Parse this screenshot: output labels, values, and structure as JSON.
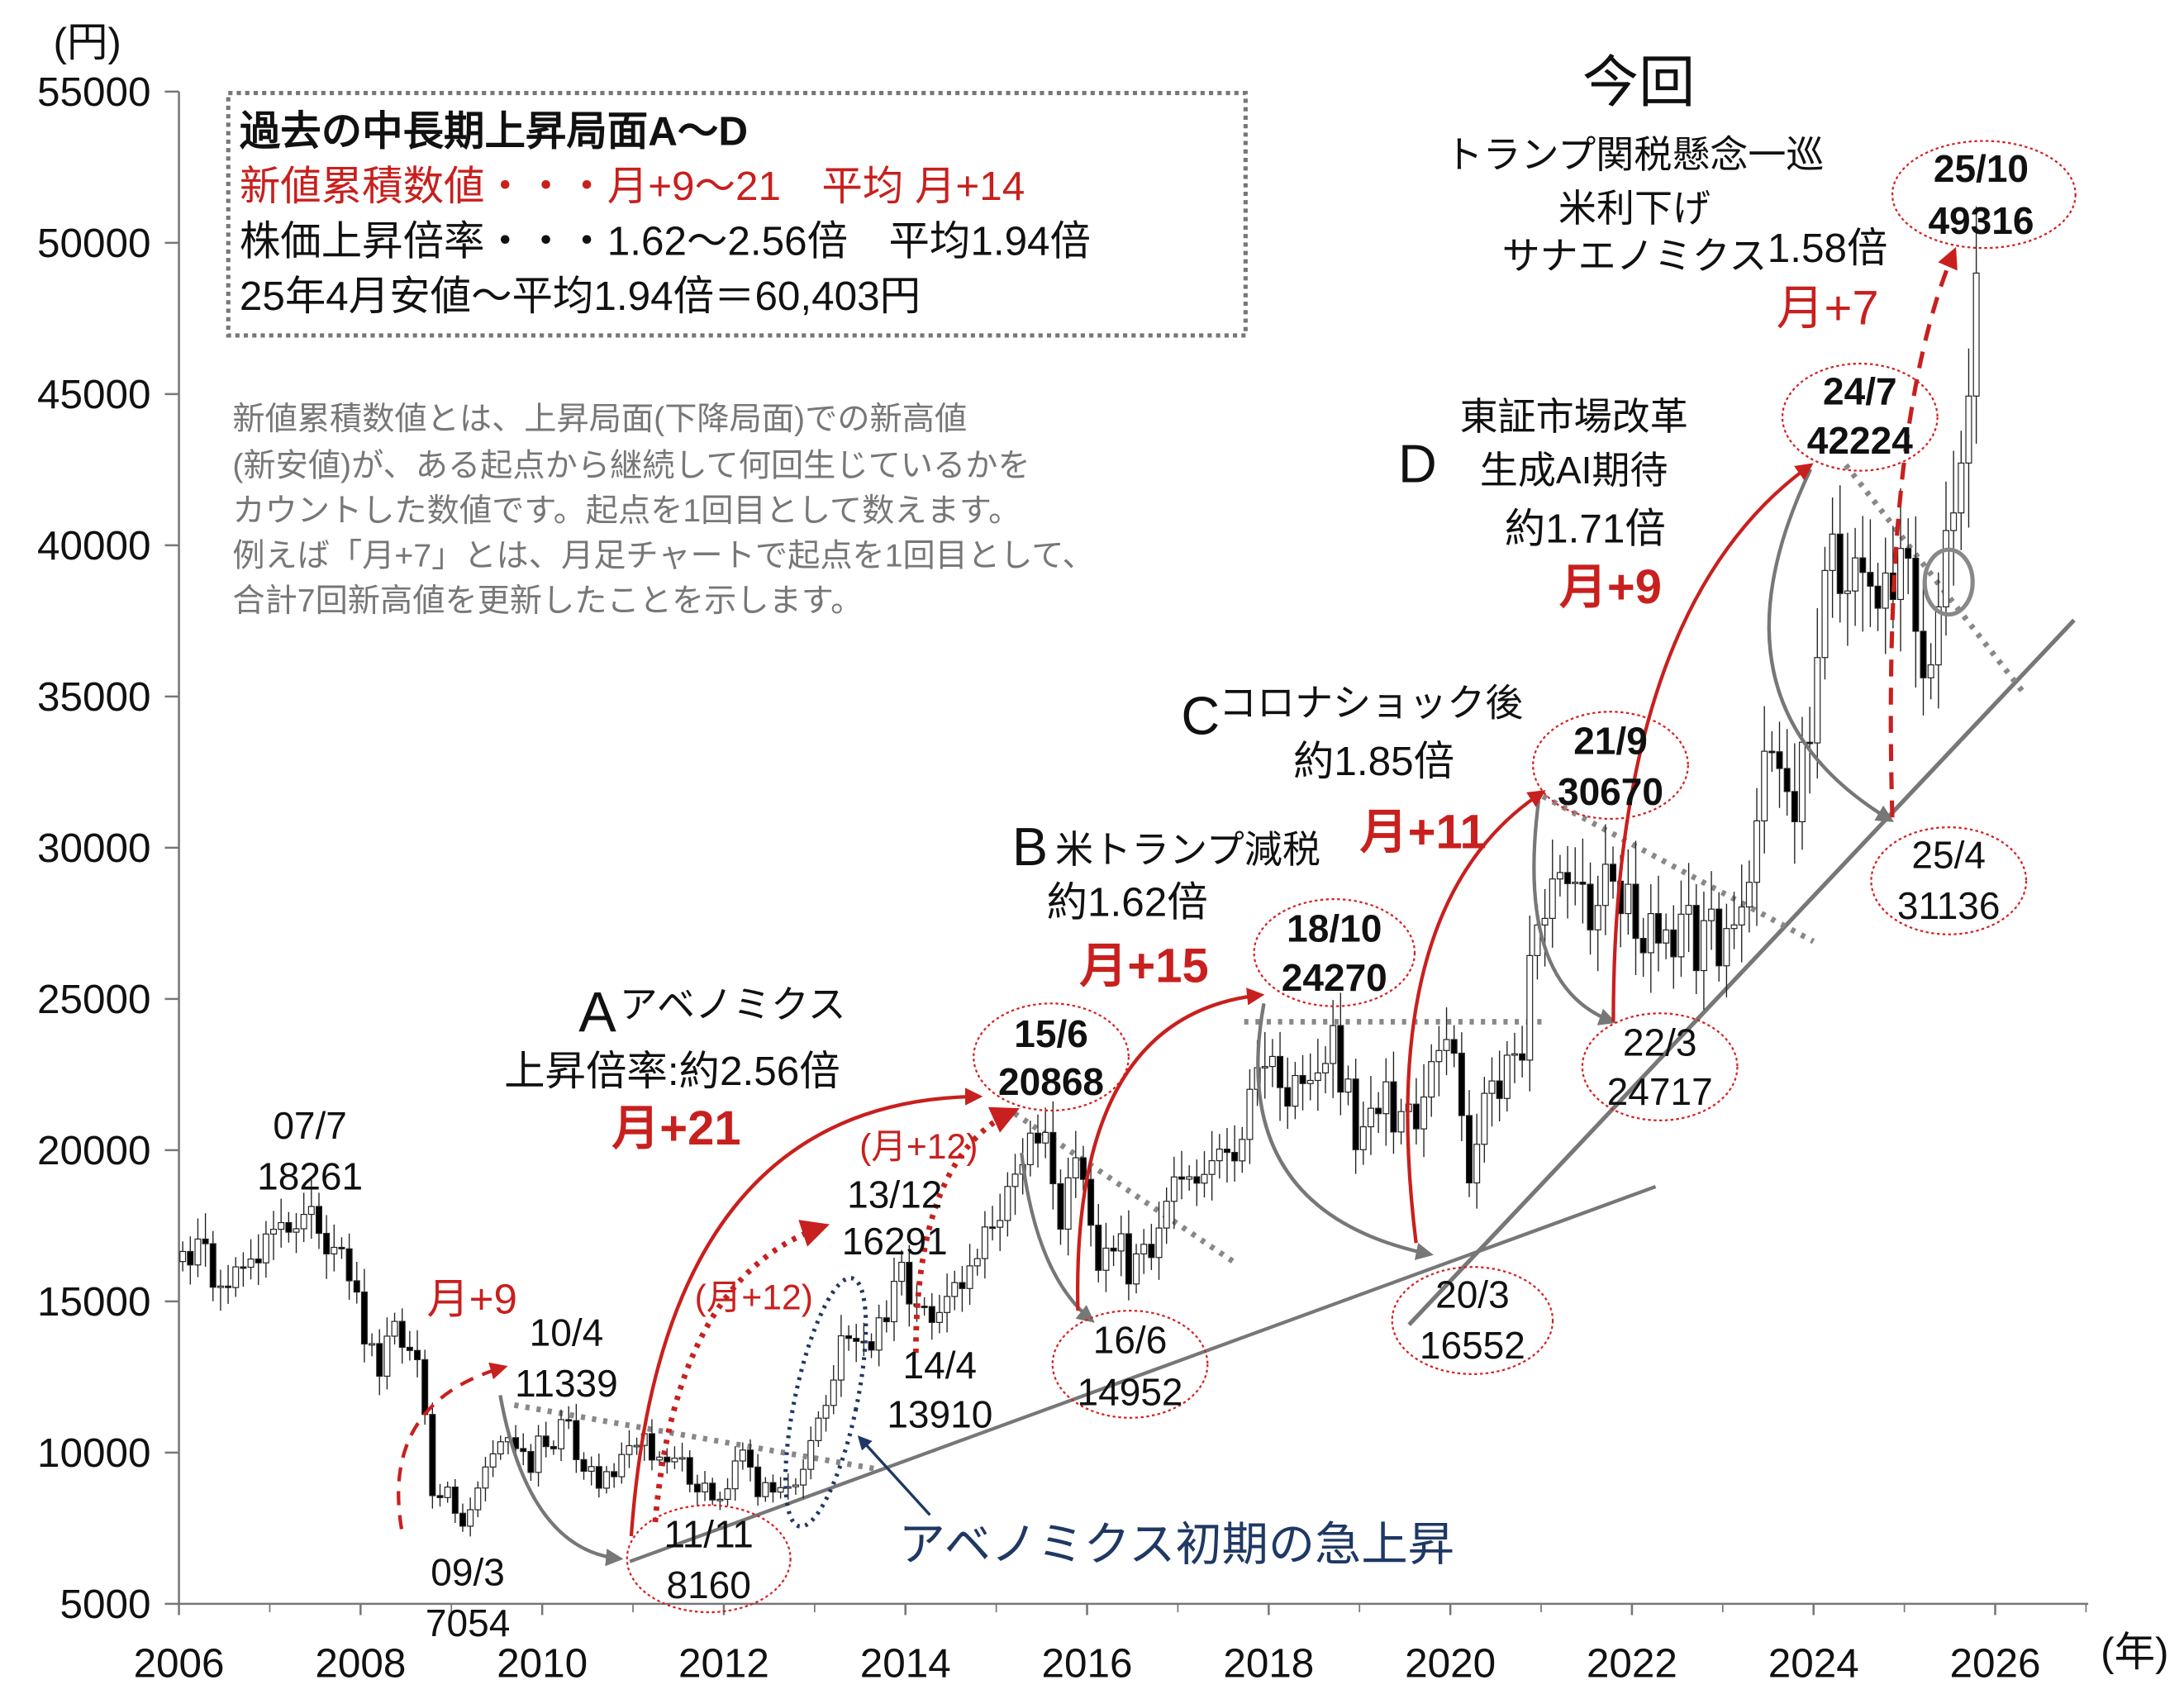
{
  "chart_data": {
    "type": "candlestick",
    "title": "",
    "ylabel": "(円)",
    "xlabel": "(年)",
    "ylim": [
      5000,
      55000
    ],
    "xlim": [
      2006,
      2027
    ],
    "yticks": [
      "5000",
      "10000",
      "15000",
      "20000",
      "25000",
      "30000",
      "35000",
      "40000",
      "45000",
      "50000",
      "55000"
    ],
    "xticks": [
      "2006",
      "2008",
      "2010",
      "2012",
      "2014",
      "2016",
      "2018",
      "2020",
      "2022",
      "2024",
      "2026"
    ],
    "series_start": "2006-01",
    "frequency": "monthly",
    "monthly_close": [
      16650,
      16205,
      17060,
      16906,
      15467,
      15505,
      15457,
      16140,
      16128,
      16399,
      16274,
      17226,
      17383,
      17604,
      17288,
      17400,
      17876,
      18138,
      17248,
      16569,
      16785,
      16737,
      15680,
      15308,
      13592,
      13603,
      12526,
      13850,
      14338,
      13481,
      13377,
      13073,
      11260,
      8577,
      8512,
      8860,
      7994,
      7568,
      8110,
      8828,
      9523,
      9958,
      10357,
      10493,
      10133,
      10035,
      9345,
      10546,
      10198,
      10126,
      11090,
      11057,
      9768,
      9383,
      9537,
      8824,
      9369,
      9202,
      9937,
      10229,
      10238,
      10624,
      9755,
      9850,
      9694,
      9816,
      9833,
      8955,
      8700,
      8988,
      8434,
      8455,
      8803,
      9723,
      10084,
      9521,
      8543,
      9007,
      8695,
      8840,
      8870,
      8928,
      9446,
      10395,
      11139,
      11559,
      12398,
      13861,
      13775,
      13677,
      13668,
      13389,
      14456,
      14327,
      15662,
      16291,
      14915,
      14841,
      14828,
      14304,
      14632,
      15162,
      15621,
      15425,
      16174,
      16414,
      17460,
      17451,
      17674,
      18798,
      19207,
      19520,
      20563,
      20236,
      20585,
      18890,
      17388,
      19083,
      19747,
      19034,
      17518,
      16027,
      16759,
      16666,
      17235,
      15576,
      16569,
      16887,
      16450,
      17425,
      18308,
      19114,
      19041,
      19119,
      18909,
      19197,
      19651,
      20033,
      19925,
      19646,
      20356,
      22012,
      22725,
      22765,
      23098,
      22068,
      21454,
      22468,
      22202,
      22305,
      22554,
      22865,
      24120,
      21920,
      22351,
      20015,
      20773,
      21385,
      21206,
      22259,
      20601,
      21276,
      21521,
      20704,
      21756,
      22927,
      23294,
      23657,
      23205,
      21143,
      18917,
      20194,
      21878,
      22288,
      21710,
      23140,
      23185,
      22977,
      26434,
      27444,
      27663,
      28966,
      29179,
      28813,
      28860,
      28792,
      27284,
      28090,
      29453,
      28893,
      27822,
      28792,
      27002,
      26527,
      27821,
      26848,
      27280,
      26393,
      27802,
      28092,
      25937,
      27587,
      27969,
      26095,
      27327,
      27446,
      28041,
      28856,
      30888,
      33189,
      33172,
      32619,
      31858,
      30859,
      33487,
      33464,
      36287,
      39166,
      40369,
      38406,
      38488,
      39583,
      39102,
      38648,
      37920,
      39081,
      38208,
      39895,
      39572,
      37156,
      35618,
      36045,
      37965,
      40487,
      41070,
      42718,
      44933,
      49000
    ],
    "colors": {
      "up": "#ffffff",
      "down": "#000000",
      "accent": "#c8201e",
      "navy": "#1f3864",
      "trend": "#777777"
    }
  },
  "summary_box": {
    "line1": "過去の中長期上昇局面A〜D",
    "line2": "新値累積数値・・・月+9〜21　平均 月+14",
    "line3": "株価上昇倍率・・・1.62〜2.56倍　平均1.94倍",
    "line4": "25年4月安値〜平均1.94倍＝60,403円"
  },
  "note": [
    "新値累積数値とは、上昇局面(下降局面)での新高値",
    "(新安値)が、ある起点から継続して何回生じているかを",
    "カウントした数値です。起点を1回目として数えます。",
    "例えば「月+7」とは、月足チャートで起点を1回目として、",
    "合計7回新高値を更新したことを示します。"
  ],
  "points": {
    "p0707": [
      "07/7",
      "18261"
    ],
    "p0903": [
      "09/3",
      "7054"
    ],
    "p1004": [
      "10/4",
      "11339"
    ],
    "p1111": [
      "11/11",
      "8160"
    ],
    "p1312": [
      "13/12",
      "16291"
    ],
    "p1404": [
      "14/4",
      "13910"
    ],
    "p1506": [
      "15/6",
      "20868"
    ],
    "p1606": [
      "16/6",
      "14952"
    ],
    "p1810": [
      "18/10",
      "24270"
    ],
    "p2003": [
      "20/3",
      "16552"
    ],
    "p2109": [
      "21/9",
      "30670"
    ],
    "p2203": [
      "22/3",
      "24717"
    ],
    "p2407": [
      "24/7",
      "42224"
    ],
    "p2504": [
      "25/4",
      "31136"
    ],
    "p2510": [
      "25/10",
      "49316"
    ]
  },
  "phases": {
    "pre": {
      "count": "月+9"
    },
    "A": {
      "letter": "A",
      "theme": "アベノミクス",
      "ratio": "上昇倍率:約2.56倍",
      "count": "月+21",
      "sub1": "(月+12)",
      "sub2": "(月+12)",
      "early": "アベノミクス初期の急上昇"
    },
    "B": {
      "letter": "B",
      "theme": "米トランプ減税",
      "ratio": "約1.62倍",
      "count": "月+15"
    },
    "C": {
      "letter": "C",
      "theme": "コロナショック後",
      "ratio": "約1.85倍",
      "count": "月+11"
    },
    "D": {
      "letter": "D",
      "theme1": "東証市場改革",
      "theme2": "生成AI期待",
      "ratio": "約1.71倍",
      "count": "月+9"
    },
    "now": {
      "title": "今回",
      "theme1": "トランプ関税懸念一巡",
      "theme2": "米利下げ",
      "theme3": "サナエノミクス",
      "ratio": "1.58倍",
      "count": "月+7"
    }
  }
}
